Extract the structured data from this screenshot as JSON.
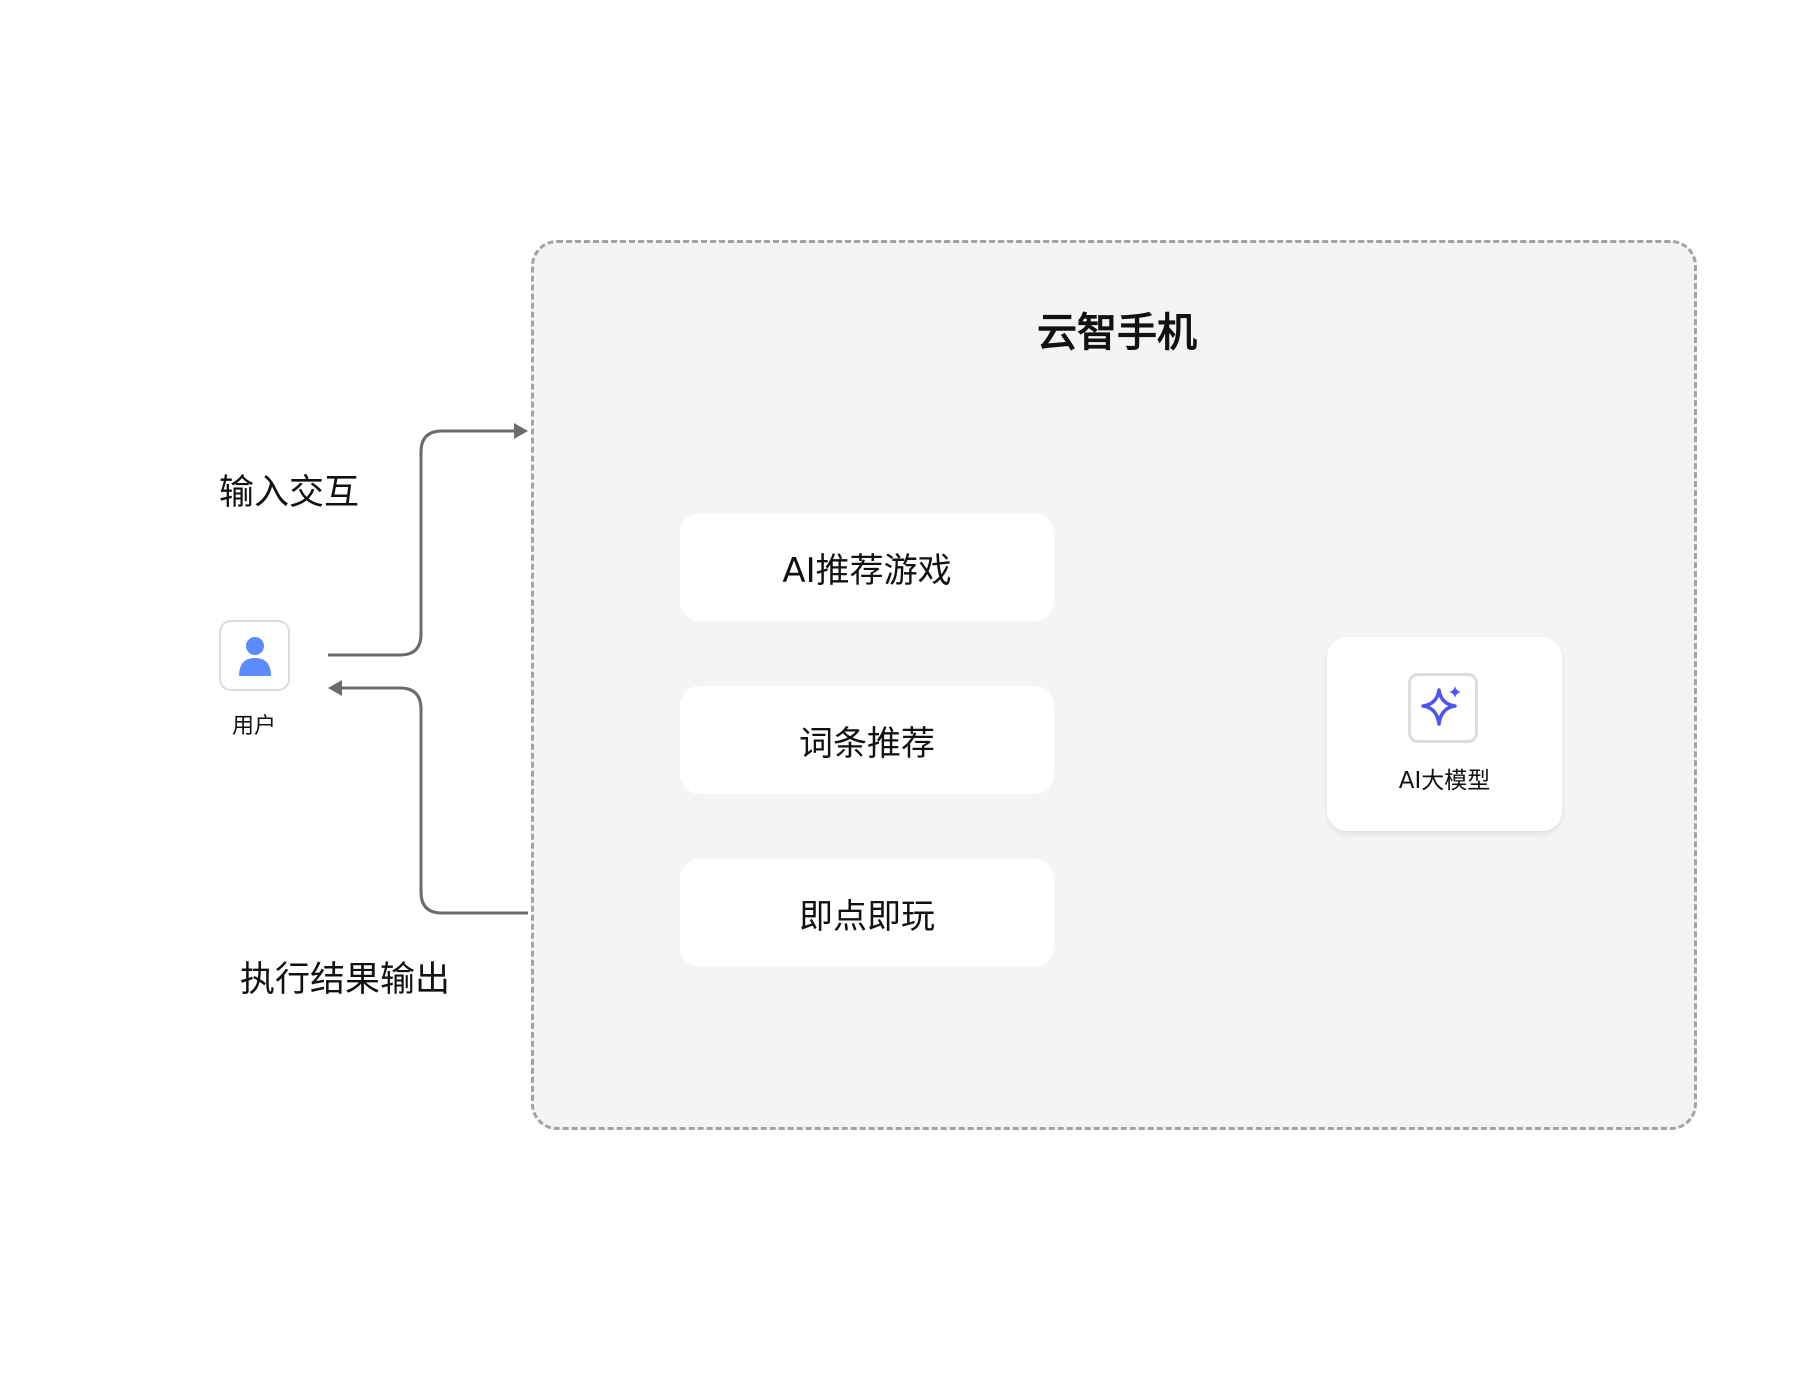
{
  "title": "云智手机",
  "user": {
    "label": "用户",
    "icon": "user-icon"
  },
  "flows": {
    "input_label": "输入交互",
    "output_label": "执行结果输出"
  },
  "features": [
    {
      "label": "AI推荐游戏"
    },
    {
      "label": "词条推荐"
    },
    {
      "label": "即点即玩"
    }
  ],
  "model": {
    "label": "AI大模型",
    "icon": "sparkle-icon"
  },
  "colors": {
    "accent": "#4f55f5",
    "user": "#5b8cff",
    "arrow": "#6b6b6b",
    "frame_bg": "#f4f4f6"
  }
}
